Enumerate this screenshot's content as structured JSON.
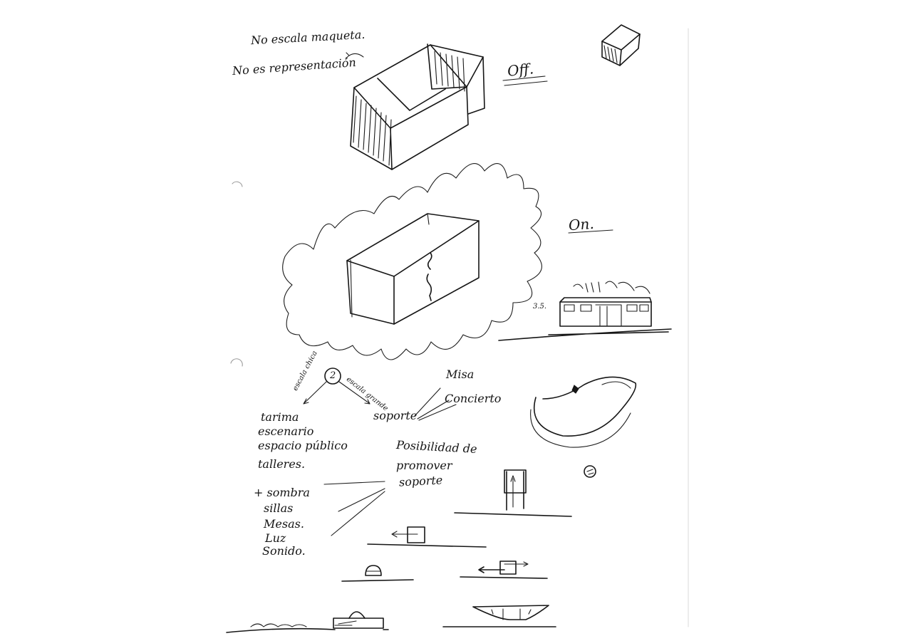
{
  "notes": {
    "no_escala": "No escala maqueta.",
    "no_representacion": "No es representación",
    "off": "Off.",
    "on": "On.",
    "scale_35": "3.5.",
    "number_2": "2",
    "escala_chica": "escala chica",
    "escala_grande": "escala grande",
    "misa": "Misa",
    "concierto": "Concierto",
    "soporte": "soporte",
    "posibilidad_1": "Posibilidad de",
    "posibilidad_2": "promover",
    "posibilidad_3": "soporte",
    "tarima": "tarima",
    "escenario": "escenario",
    "espacio_publico": "espacio público",
    "talleres": "talleres.",
    "sombra": "+ sombra",
    "sillas": "sillas",
    "mesas": "Mesas.",
    "luz": "Luz",
    "sonido": "Sonido."
  }
}
